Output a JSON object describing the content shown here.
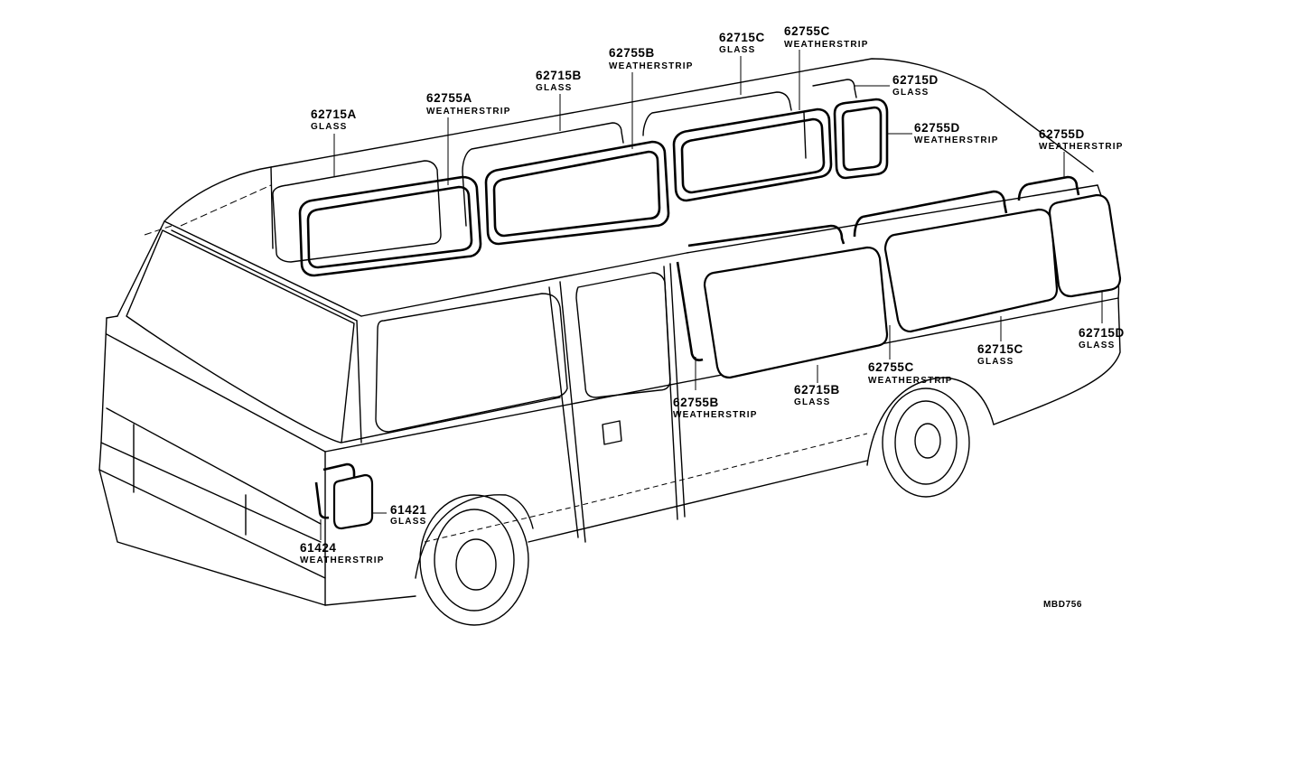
{
  "diagram_code": "MBD756",
  "callouts": [
    {
      "id": "c1",
      "part": "62715A",
      "desc": "GLASS"
    },
    {
      "id": "c2",
      "part": "62755A",
      "desc": "WEATHERSTRIP"
    },
    {
      "id": "c3",
      "part": "62715B",
      "desc": "GLASS"
    },
    {
      "id": "c4",
      "part": "62755B",
      "desc": "WEATHERSTRIP"
    },
    {
      "id": "c5",
      "part": "62715C",
      "desc": "GLASS"
    },
    {
      "id": "c6",
      "part": "62755C",
      "desc": "WEATHERSTRIP"
    },
    {
      "id": "c7",
      "part": "62715D",
      "desc": "GLASS"
    },
    {
      "id": "c8",
      "part": "62755D",
      "desc": "WEATHERSTRIP"
    },
    {
      "id": "c9",
      "part": "62755D",
      "desc": "WEATHERSTRIP"
    },
    {
      "id": "c10",
      "part": "62715D",
      "desc": "GLASS"
    },
    {
      "id": "c11",
      "part": "62715C",
      "desc": "GLASS"
    },
    {
      "id": "c12",
      "part": "62755C",
      "desc": "WEATHERSTRIP"
    },
    {
      "id": "c13",
      "part": "62715B",
      "desc": "GLASS"
    },
    {
      "id": "c14",
      "part": "62755B",
      "desc": "WEATHERSTRIP"
    },
    {
      "id": "c15",
      "part": "61421",
      "desc": "GLASS"
    },
    {
      "id": "c16",
      "part": "61424",
      "desc": "WEATHERSTRIP"
    }
  ]
}
